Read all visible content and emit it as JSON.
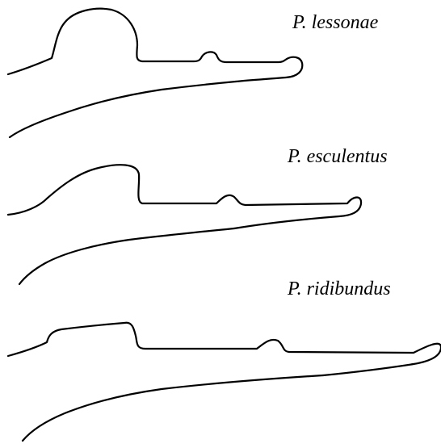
{
  "species": [
    {
      "label": "P. lessonae"
    },
    {
      "label": "P. esculentus"
    },
    {
      "label": "P. ridibundus"
    }
  ],
  "colors": {
    "background": "#ffffff",
    "stroke": "#000000"
  }
}
